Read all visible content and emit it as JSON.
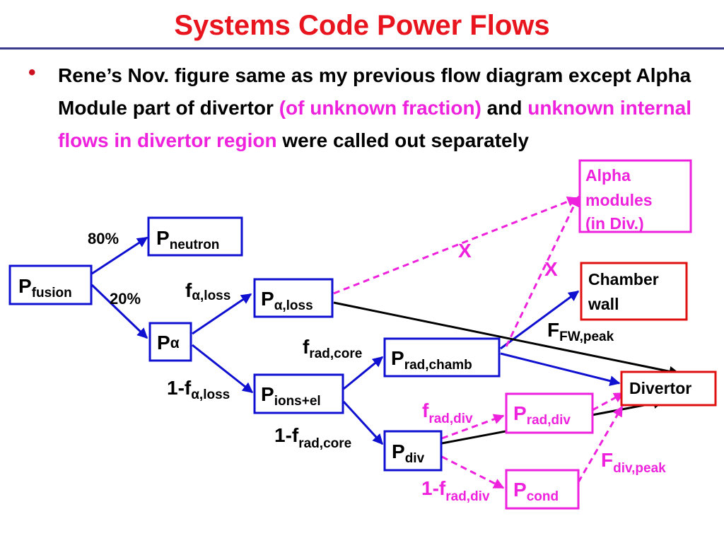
{
  "title": "Systems Code Power Flows",
  "bullet": {
    "part1": "Rene’s Nov. figure same as my previous flow diagram except Alpha Module part of divertor ",
    "part2": "(of unknown fraction)",
    "part3": " and ",
    "part4": "unknown internal flows in divertor region",
    "part5": " were called out separately"
  },
  "nodes": {
    "p_fusion": {
      "main": "P",
      "sub": "fusion"
    },
    "p_neutron": {
      "main": "P",
      "sub": "neutron"
    },
    "p_alpha": {
      "main": "P",
      "sub": "α"
    },
    "p_alpha_loss": {
      "main": "P",
      "sub": "α,loss"
    },
    "p_ions_el": {
      "main": "P",
      "sub": "ions+el"
    },
    "p_rad_chamb": {
      "main": "P",
      "sub": "rad,chamb"
    },
    "p_div": {
      "main": "P",
      "sub": "div"
    },
    "p_rad_div": {
      "main": "P",
      "sub": "rad,div"
    },
    "p_cond": {
      "main": "P",
      "sub": "cond"
    },
    "alpha_modules": {
      "line1": "Alpha",
      "line2": "modules",
      "line3": "(in Div.)"
    },
    "chamber_wall": {
      "line1": "Chamber",
      "line2": "wall"
    },
    "divertor": {
      "label": "Divertor"
    }
  },
  "labels": {
    "pct80": "80%",
    "pct20": "20%",
    "f_alpha_loss": {
      "main": "f",
      "sub": "α,loss"
    },
    "one_minus_f_alpha_loss": {
      "main": "1-f",
      "sub": "α,loss"
    },
    "f_rad_core": {
      "main": "f",
      "sub": "rad,core"
    },
    "one_minus_f_rad_core": {
      "main": "1-f",
      "sub": "rad,core"
    },
    "f_rad_div": {
      "main": "f",
      "sub": "rad,div"
    },
    "one_minus_f_rad_div": {
      "main": "1-f",
      "sub": "rad,div"
    },
    "f_fw_peak": {
      "main": "F",
      "sub": "FW,peak"
    },
    "f_div_peak": {
      "main": "F",
      "sub": "div,peak"
    },
    "x1": "X",
    "x2": "X"
  },
  "colors": {
    "red": "#e01010",
    "blue": "#1010d0",
    "magenta": "#ee22dd",
    "title": "#e8141e"
  }
}
